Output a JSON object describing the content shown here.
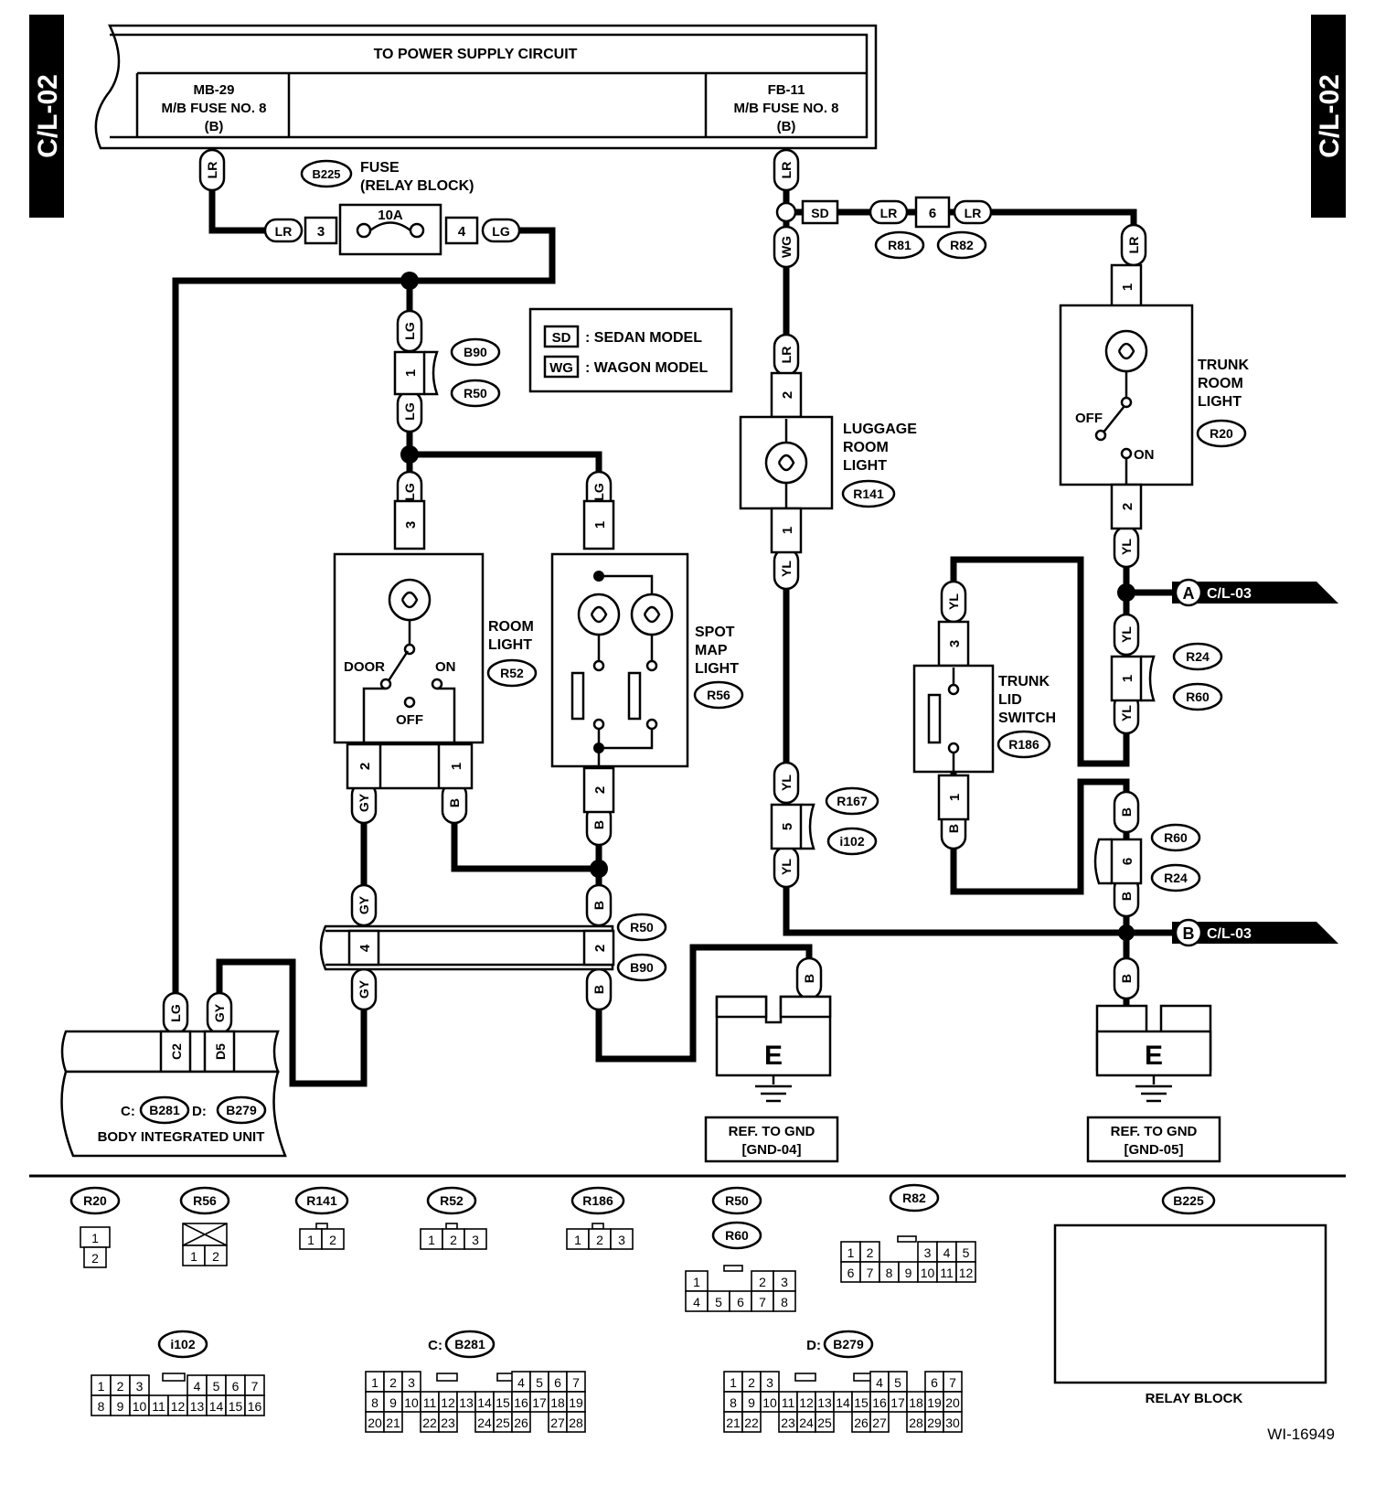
{
  "side_tabs": {
    "left": "C/L-02",
    "right": "C/L-02"
  },
  "power": {
    "title": "TO POWER SUPPLY CIRCUIT",
    "left_fuse": [
      "MB-29",
      "M/B FUSE NO. 8",
      "(B)"
    ],
    "right_fuse": [
      "FB-11",
      "M/B FUSE NO. 8",
      "(B)"
    ]
  },
  "fuse": {
    "connector": "B225",
    "label1": "FUSE",
    "label2": "(RELAY BLOCK)",
    "rating": "10A",
    "pin_in": "3",
    "pin_out": "4"
  },
  "legend": {
    "sd_code": "SD",
    "sd_text": ": SEDAN MODEL",
    "wg_code": "WG",
    "wg_text": ": WAGON MODEL"
  },
  "wire_colors": {
    "LR": "LR",
    "LG": "LG",
    "WG": "WG",
    "SD": "SD",
    "YL": "YL",
    "GY": "GY",
    "B": "B"
  },
  "connectors": {
    "B90": "B90",
    "R50": "R50",
    "R81": "R81",
    "R82": "R82",
    "R20": "R20",
    "R141": "R141",
    "R52": "R52",
    "R56": "R56",
    "R24": "R24",
    "R60": "R60",
    "R186": "R186",
    "R167": "R167",
    "I102": "i102",
    "B281": "B281",
    "B279": "B279"
  },
  "pins": {
    "p1": "1",
    "p2": "2",
    "p3": "3",
    "p4": "4",
    "p5": "5",
    "p6": "6",
    "c2": "C2",
    "d5": "D5"
  },
  "components": {
    "room_light": [
      "ROOM",
      "LIGHT"
    ],
    "spot_map_light": [
      "SPOT",
      "MAP",
      "LIGHT"
    ],
    "luggage_room_light": [
      "LUGGAGE",
      "ROOM",
      "LIGHT"
    ],
    "trunk_room_light": [
      "TRUNK",
      "ROOM",
      "LIGHT"
    ],
    "trunk_lid_switch": [
      "TRUNK",
      "LID",
      "SWITCH"
    ],
    "door": "DOOR",
    "on": "ON",
    "off": "OFF",
    "biu_title": "BODY INTEGRATED UNIT",
    "biu_c": "C:",
    "biu_d": "D:"
  },
  "offpage": {
    "a": "A",
    "b": "B",
    "ref": "C/L-03"
  },
  "grounds": {
    "e": "E",
    "gnd04": [
      "REF. TO GND",
      "[GND-04]"
    ],
    "gnd05": [
      "REF. TO GND",
      "[GND-05]"
    ]
  },
  "connector_views": {
    "r20": "R20",
    "r56": "R56",
    "r141": "R141",
    "r52": "R52",
    "r186": "R186",
    "r50": "R50",
    "r60": "R60",
    "r82": "R82",
    "b225": "B225",
    "relay_block": "RELAY BLOCK",
    "i102": "i102",
    "c_prefix": "C:",
    "b281": "B281",
    "d_prefix": "D:",
    "b279": "B279"
  },
  "figure_id": "WI-16949"
}
